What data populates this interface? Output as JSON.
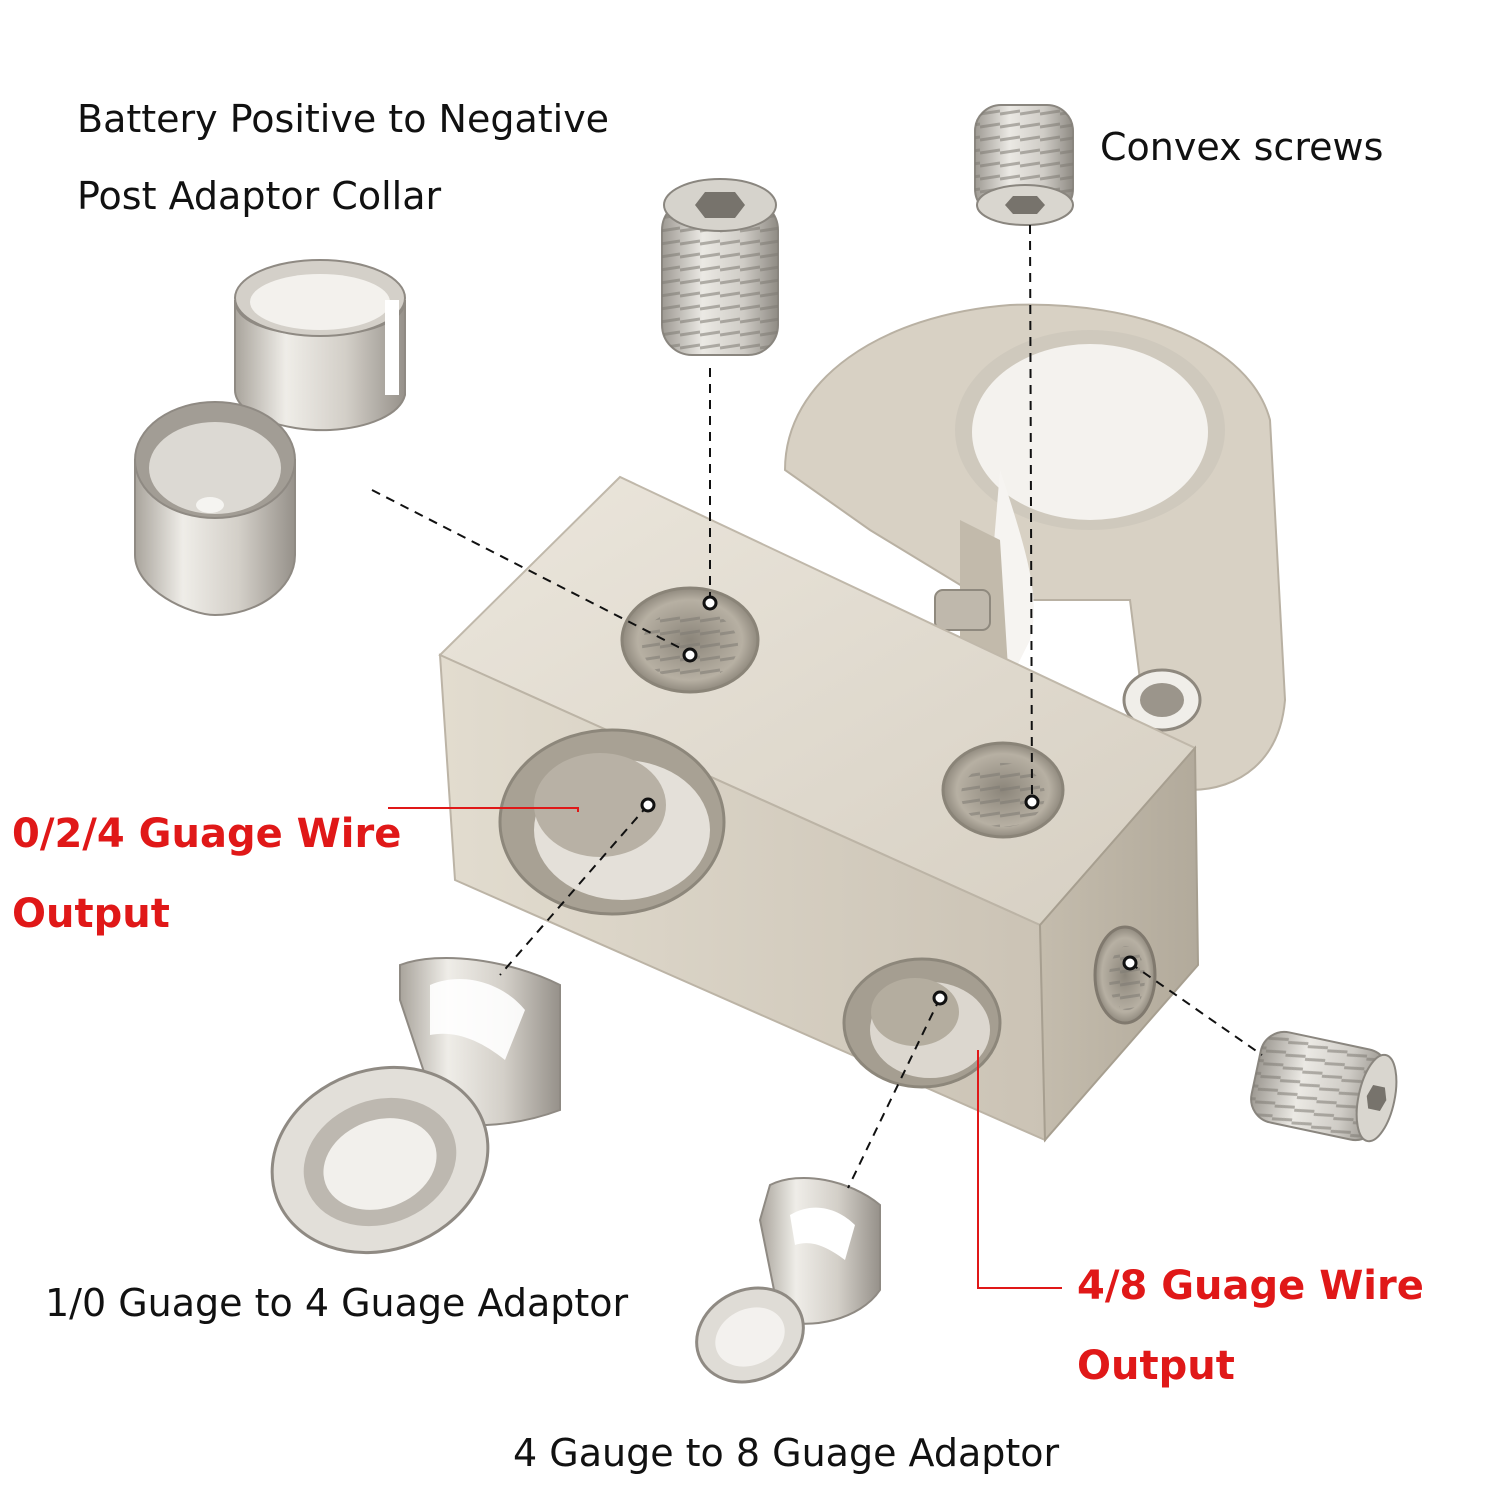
{
  "labels": {
    "collar_line1": "Battery Positive to Negative",
    "collar_line2": "Post Adaptor Collar",
    "convex_screws": "Convex screws",
    "output_024_line1": "0/2/4 Guage Wire",
    "output_024_line2": "Output",
    "adaptor_10_to_4": "1/0 Guage to 4 Guage Adaptor",
    "output_48_line1": "4/8 Guage Wire",
    "output_48_line2": "Output",
    "adaptor_4_to_8": "4 Gauge to 8 Guage Adaptor"
  },
  "colors": {
    "callout_red": "#e01818",
    "text_black": "#111111",
    "metal_light": "#e3ddd2",
    "metal_mid": "#cfc8bb",
    "metal_dark": "#a59d8f"
  }
}
